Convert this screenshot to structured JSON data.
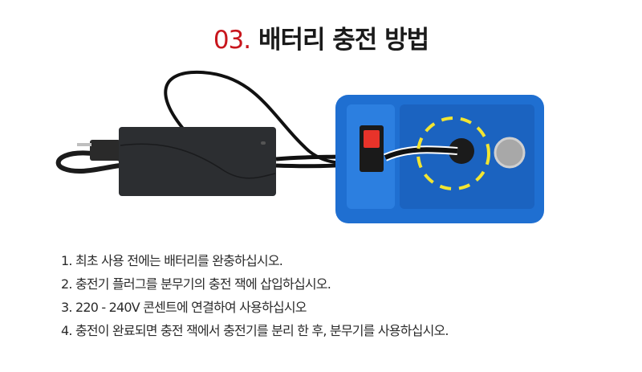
{
  "header": {
    "number": "03.",
    "title": "배터리 충전 방법"
  },
  "illustration": {
    "description": "charger adapter with cable plugged into blue device charging jack",
    "highlight_color": "#f2e531",
    "device_color": "#1f6fd1",
    "power_switch_color": "#e8332a"
  },
  "instructions": [
    "1. 최초 사용 전에는 배터리를 완충하십시오.",
    "2. 충전기 플러그를 분무기의 충전 잭에 삽입하십시오.",
    "3. 220 - 240V 콘센트에 연결하여 사용하십시오",
    "4. 충전이 완료되면 충전 잭에서 충전기를 분리 한 후, 분무기를 사용하십시오."
  ]
}
